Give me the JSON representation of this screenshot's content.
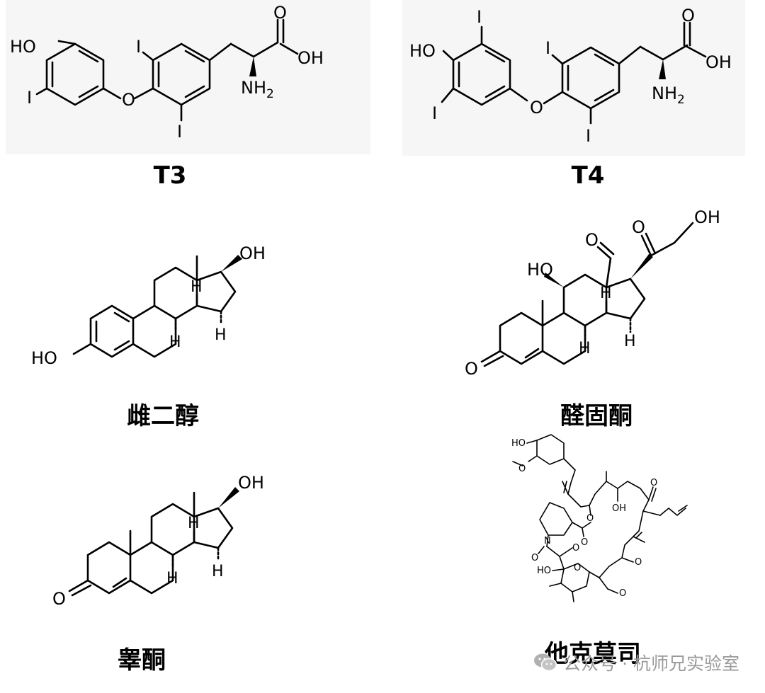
{
  "molecules": [
    {
      "caption": "T3",
      "labels": {
        "ho": "HO",
        "i1": "I",
        "i2": "I",
        "i3": "I",
        "o": "O",
        "oh": "OH",
        "o_dbl": "O",
        "nh": "NH",
        "nh_sub": "2"
      }
    },
    {
      "caption": "T4",
      "labels": {
        "i_top": "I",
        "ho": "HO",
        "i1": "I",
        "i_left": "I",
        "o": "O",
        "i3": "I",
        "oh": "OH",
        "o_dbl": "O",
        "nh": "NH",
        "nh_sub": "2"
      }
    },
    {
      "caption": "雌二醇",
      "labels": {
        "oh": "OH",
        "ho": "HO",
        "h1": "H",
        "h2": "H",
        "h3": "H"
      }
    },
    {
      "caption": "醛固酮",
      "labels": {
        "ho": "HO",
        "oh": "OH",
        "o1": "O",
        "o2": "O",
        "o3": "O",
        "h1": "H",
        "h2": "H",
        "h3": "H"
      }
    },
    {
      "caption": "睾酮",
      "labels": {
        "oh": "OH",
        "o": "O",
        "h1": "H",
        "h2": "H",
        "h3": "H"
      }
    },
    {
      "caption": "他克莫司",
      "labels": {
        "ho1": "HO",
        "o_me1": "O",
        "o_ring1": "O",
        "oh": "OH",
        "o_ket": "O",
        "o_ester": "O",
        "n": "N",
        "o_am": "O",
        "o_k2": "O",
        "ho2": "HO",
        "o_ring2": "O",
        "o_me2": "O",
        "o_me3": "O"
      }
    }
  ],
  "watermark": {
    "text": "公众号 · 杭师兄实验室",
    "icon": "wechat-icon"
  }
}
